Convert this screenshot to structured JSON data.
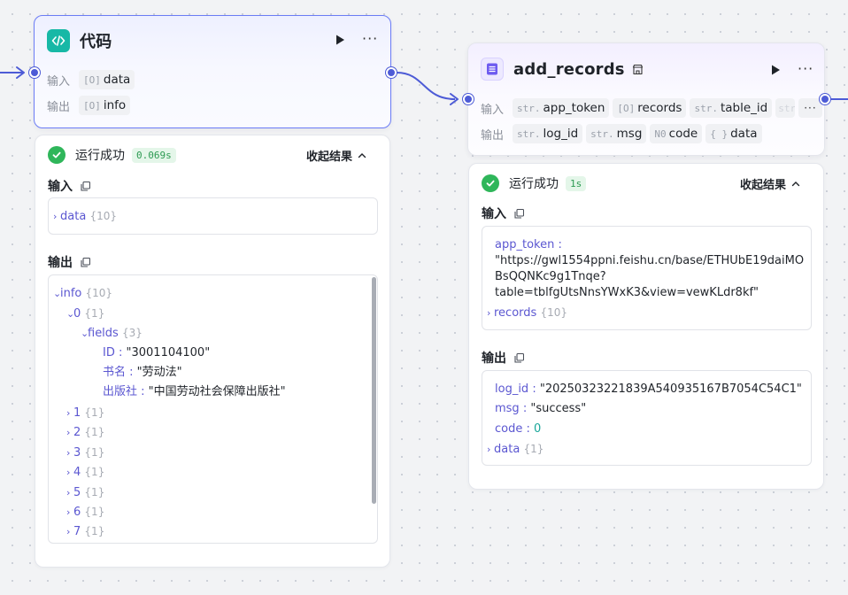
{
  "code_node": {
    "title": "代码",
    "input_label": "输入",
    "output_label": "输出",
    "input_chip": {
      "type": "[O]",
      "name": "data"
    },
    "output_chip": {
      "type": "[O]",
      "name": "info"
    }
  },
  "code_result": {
    "status": "运行成功",
    "duration": "0.069s",
    "collapse": "收起结果",
    "input_title": "输入",
    "output_title": "输出",
    "input_tree": {
      "key": "data",
      "count": "{10}"
    },
    "output_tree": {
      "root": {
        "key": "info",
        "count": "{10}"
      },
      "item0": {
        "key": "0",
        "count": "{1}"
      },
      "fields": {
        "key": "fields",
        "count": "{3}"
      },
      "f1": {
        "key": "ID",
        "value": "\"3001104100\""
      },
      "f2": {
        "key": "书名",
        "value": "\"劳动法\""
      },
      "f3": {
        "key": "出版社",
        "value": "\"中国劳动社会保障出版社\""
      },
      "items": [
        {
          "key": "1",
          "count": "{1}"
        },
        {
          "key": "2",
          "count": "{1}"
        },
        {
          "key": "3",
          "count": "{1}"
        },
        {
          "key": "4",
          "count": "{1}"
        },
        {
          "key": "5",
          "count": "{1}"
        },
        {
          "key": "6",
          "count": "{1}"
        },
        {
          "key": "7",
          "count": "{1}"
        }
      ]
    }
  },
  "records_node": {
    "title": "add_records",
    "input_label": "输入",
    "output_label": "输出",
    "inputs": [
      {
        "type": "str.",
        "name": "app_token"
      },
      {
        "type": "[O]",
        "name": "records"
      },
      {
        "type": "str.",
        "name": "table_id"
      },
      {
        "type": "str.",
        "name": ""
      }
    ],
    "outputs": [
      {
        "type": "str.",
        "name": "log_id"
      },
      {
        "type": "str.",
        "name": "msg"
      },
      {
        "type": "N0",
        "name": "code"
      },
      {
        "type": "{ }",
        "name": "data"
      }
    ],
    "more": "···"
  },
  "records_result": {
    "status": "运行成功",
    "duration": "1s",
    "collapse": "收起结果",
    "input_title": "输入",
    "output_title": "输出",
    "input": {
      "app_token_key": "app_token",
      "app_token_lines": [
        "\"https://gwl1554ppni.feishu.cn/base/ETHUbE19daiMO",
        "BsQQNKc9g1Tnqe?",
        "table=tblfgUtsNnsYWxK3&view=vewKLdr8kf\""
      ],
      "records": {
        "key": "records",
        "count": "{10}"
      }
    },
    "output": {
      "log_id": {
        "key": "log_id",
        "value": "\"20250323221839A540935167B7054C54C1\""
      },
      "msg": {
        "key": "msg",
        "value": "\"success\""
      },
      "code": {
        "key": "code",
        "value": "0"
      },
      "data": {
        "key": "data",
        "count": "{1}"
      }
    }
  }
}
